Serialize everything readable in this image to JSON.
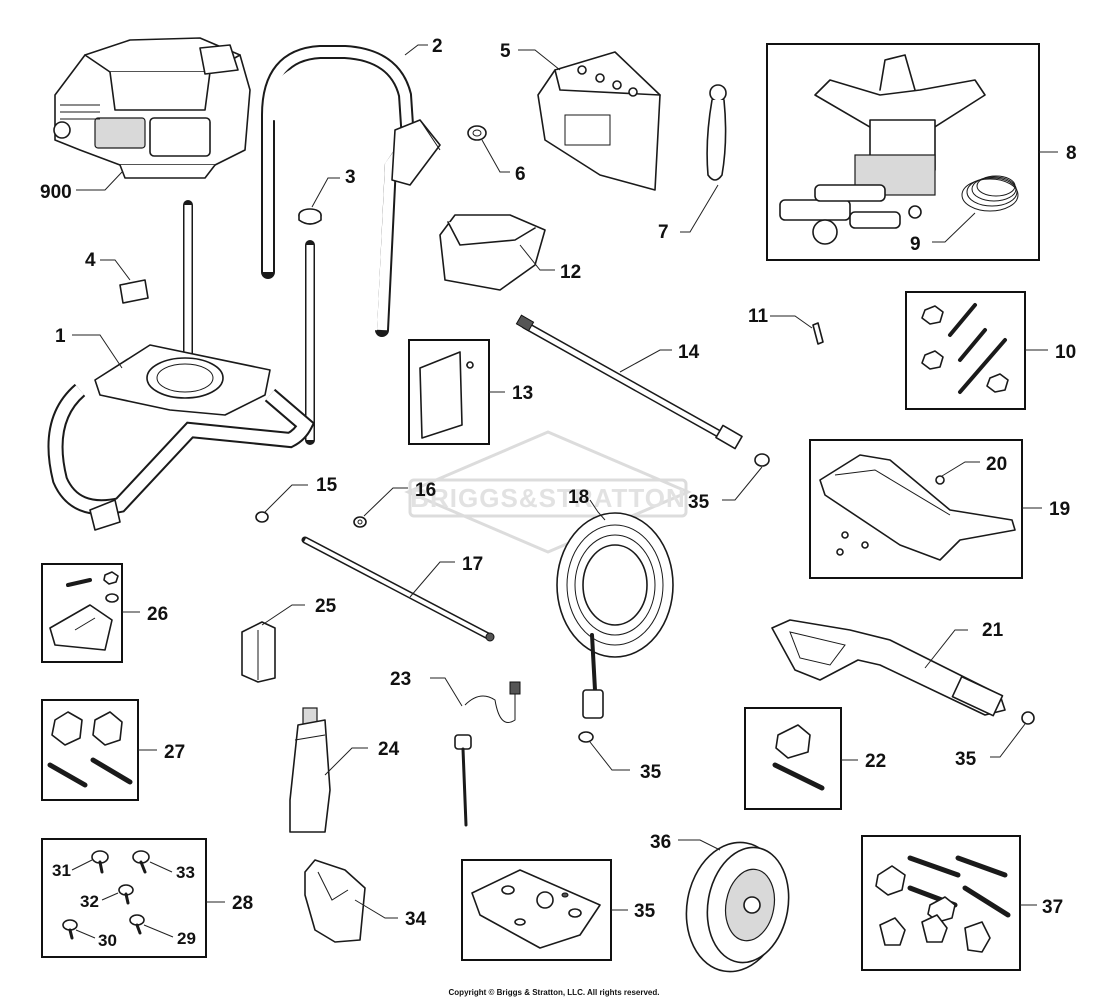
{
  "watermark": "BRIGGS&STRATTON",
  "copyright": "Copyright © Briggs & Stratton, LLC. All rights reserved.",
  "callouts": {
    "c900": "900",
    "c1": "1",
    "c2": "2",
    "c3": "3",
    "c4": "4",
    "c5": "5",
    "c6": "6",
    "c7": "7",
    "c8": "8",
    "c9": "9",
    "c10": "10",
    "c11": "11",
    "c12": "12",
    "c13": "13",
    "c14": "14",
    "c15": "15",
    "c16": "16",
    "c17": "17",
    "c18": "18",
    "c19": "19",
    "c20": "20",
    "c21": "21",
    "c22": "22",
    "c23": "23",
    "c24": "24",
    "c25": "25",
    "c26": "26",
    "c27": "27",
    "c28": "28",
    "c29": "29",
    "c30": "30",
    "c31": "31",
    "c32": "32",
    "c33": "33",
    "c34": "34",
    "c35a": "35",
    "c35b": "35",
    "c35c": "35",
    "c35d": "35",
    "c36": "36",
    "c37": "37"
  }
}
